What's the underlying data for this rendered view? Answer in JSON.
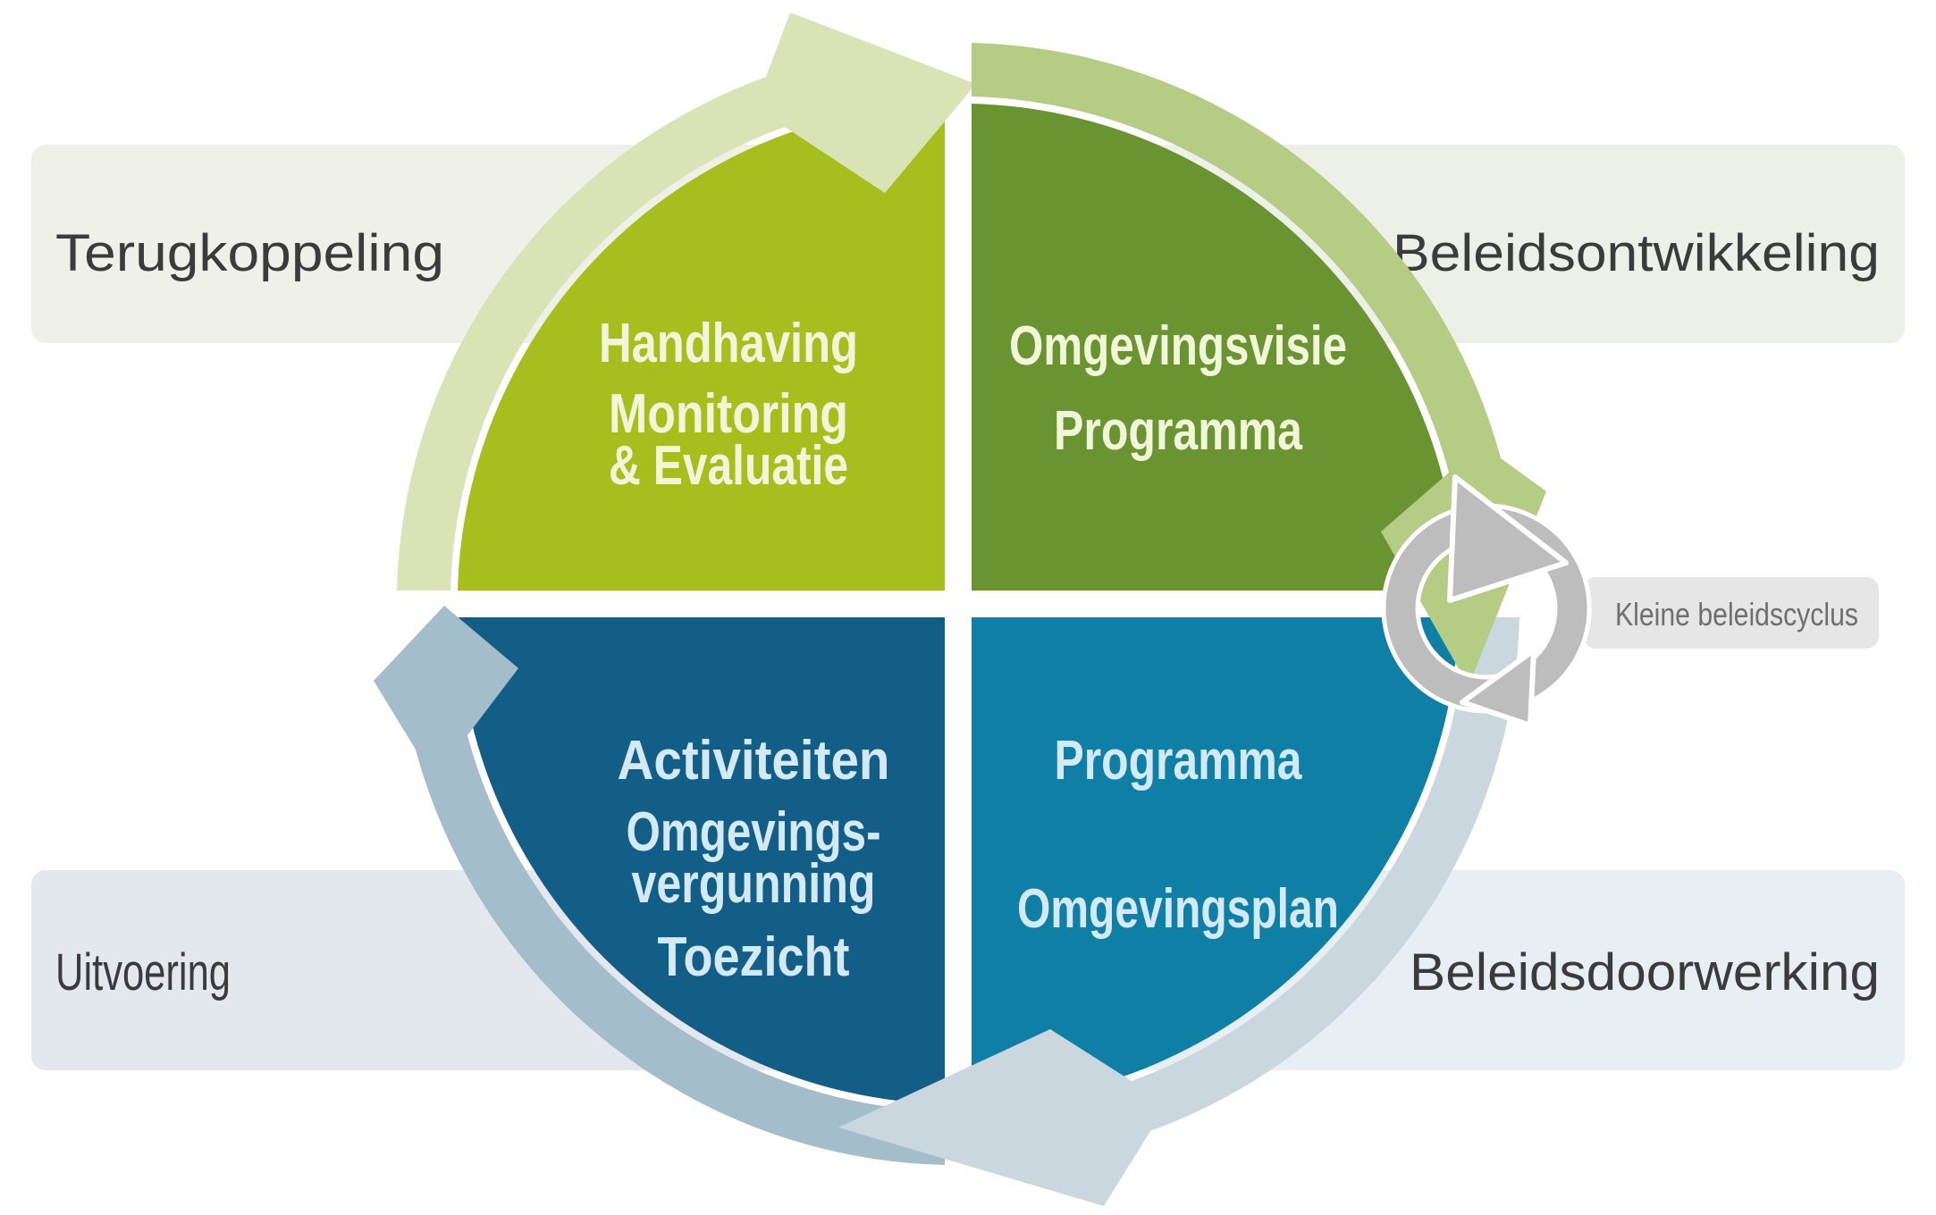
{
  "colors": {
    "background": "#ffffff"
  },
  "quadrants": {
    "top_left": {
      "fill": "#a6bf1f",
      "band": "#d9e3b5",
      "text_color": "#f2f6d8",
      "lines": [
        "Handhaving",
        "Monitoring",
        "& Evaluatie"
      ]
    },
    "top_right": {
      "fill": "#699431",
      "band": "#b4cc84",
      "text_color": "#f2f6d8",
      "lines": [
        "Omgevingsvisie",
        "Programma"
      ]
    },
    "bottom_right": {
      "fill": "#0f7fa6",
      "band": "#cbd7df",
      "text_color": "#d3eaf4",
      "lines": [
        "Programma",
        "Omgevingsplan"
      ]
    },
    "bottom_left": {
      "fill": "#135e87",
      "band": "#a4bdcb",
      "text_color": "#d3eaf4",
      "lines": [
        "Activiteiten",
        "Omgevings-",
        "vergunning",
        "Toezicht"
      ]
    }
  },
  "corner_labels": {
    "top_left": {
      "text": "Terugkoppeling",
      "bg": "#eff1e9",
      "text_color": "#3b3b3c"
    },
    "top_right": {
      "text": "Beleidsontwikkeling",
      "bg": "#edf0e7",
      "text_color": "#3b3b3c"
    },
    "bottom_left": {
      "text": "Uitvoering",
      "bg": "#e3e8ee",
      "text_color": "#3b3b3c"
    },
    "bottom_right": {
      "text": "Beleidsdoorwerking",
      "bg": "#e7eff5",
      "text_color": "#3b3b3c"
    }
  },
  "small_cycle": {
    "label": "Kleine beleidscyclus",
    "badge_bg": "#e6e6e6",
    "text_color": "#6f6f6f",
    "ring_color": "#bdbdbd"
  }
}
